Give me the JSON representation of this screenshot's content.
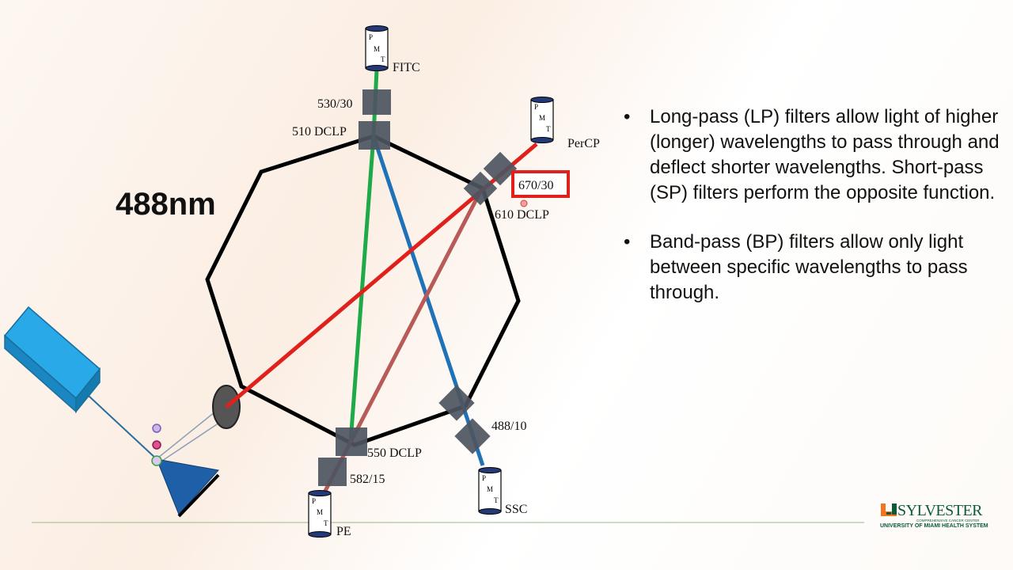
{
  "slide": {
    "title": "488nm",
    "bullets": [
      "Long-pass (LP) filters allow light of higher (longer) wavelengths to pass through and deflect shorter wavelengths. Short-pass (SP) filters perform the opposite function.",
      "Band-pass (BP) filters allow only light between specific wavelengths to pass through."
    ],
    "bullet_symbol": "•"
  },
  "diagram": {
    "pmt_letters": [
      "P",
      "M",
      "T"
    ],
    "detectors": {
      "fitc": "FITC",
      "percp": "PerCP",
      "pe": "PE",
      "ssc": "SSC"
    },
    "filters": {
      "fitc_bp": "530/30",
      "fitc_dclp": "510 DCLP",
      "percp_bp": "670/30",
      "percp_dclp": "610 DCLP",
      "pe_dclp": "550 DCLP",
      "pe_bp": "582/15",
      "ssc_bp": "488/10"
    },
    "colors": {
      "fitc_beam": "#1faa4a",
      "ssc_beam": "#1f72b8",
      "percp_beam": "#e0201b",
      "pe_beam": "#b85a57",
      "octagon": "#000000",
      "filter": "#4d5560",
      "laser": "#29a9e8",
      "highlight_box": "#e0201b"
    }
  },
  "logo": {
    "name": "SYLVESTER",
    "subtitle": "COMPREHENSIVE CANCER CENTER",
    "organization": "UNIVERSITY OF MIAMI HEALTH SYSTEM",
    "colors": {
      "green": "#0b5b3a",
      "orange": "#f47321"
    }
  }
}
